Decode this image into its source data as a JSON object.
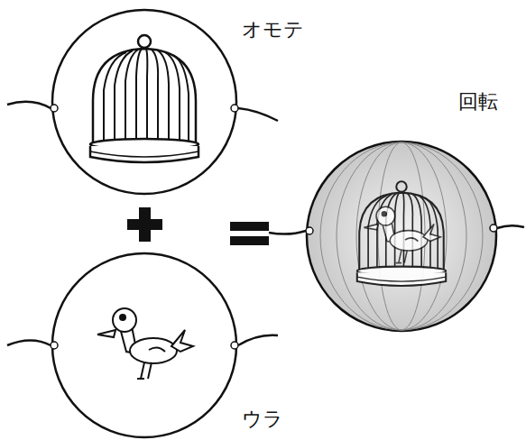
{
  "diagram": {
    "labels": [
      "オモテ",
      "回転",
      "ウラ"
    ]
  }
}
